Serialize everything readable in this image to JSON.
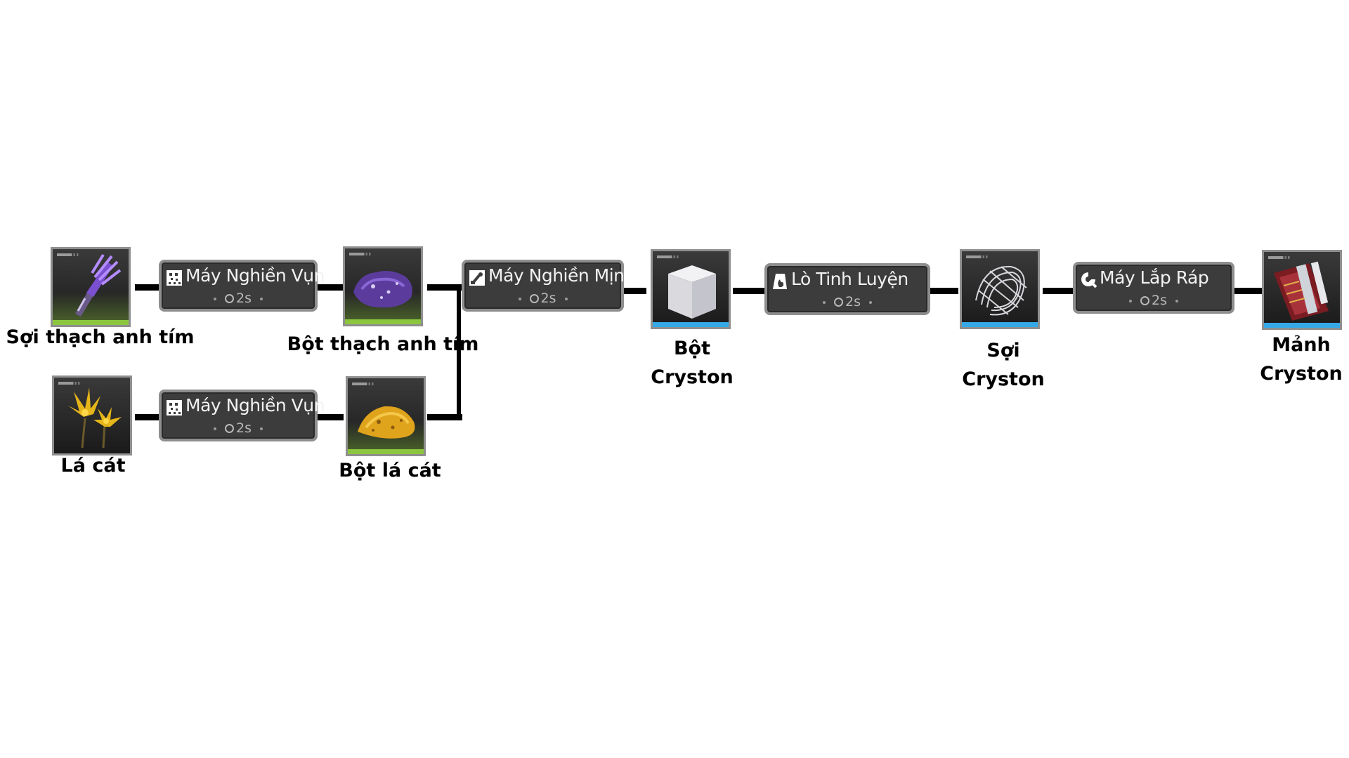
{
  "items": {
    "soi_thach_anh_tim": {
      "label": "Sợi thạch anh tím",
      "icon": "purple-fiber-icon",
      "accent": "#8cc63f"
    },
    "bot_thach_anh_tim": {
      "label": "Bột thạch anh tím",
      "icon": "purple-powder-icon",
      "accent": "#8cc63f"
    },
    "la_cat": {
      "label": "Lá cát",
      "icon": "yellow-leaf-icon",
      "accent": "#8cc63f"
    },
    "bot_la_cat": {
      "label": "Bột lá cát",
      "icon": "yellow-powder-icon",
      "accent": "#8cc63f"
    },
    "bot_cryston": {
      "label_line1": "Bột",
      "label_line2": "Cryston",
      "icon": "white-cube-icon",
      "accent": "#35a9e8"
    },
    "soi_cryston": {
      "label_line1": "Sợi",
      "label_line2": "Cryston",
      "icon": "wire-mesh-icon",
      "accent": "#35a9e8"
    },
    "manh_cryston": {
      "label_line1": "Mảnh",
      "label_line2": "Cryston",
      "icon": "circuit-part-icon",
      "accent": "#35a9e8"
    }
  },
  "machines": {
    "crusher_top": {
      "label": "Máy Nghiền Vụn",
      "time": "2s",
      "icon": "crusher-icon"
    },
    "crusher_bottom": {
      "label": "Máy Nghiền Vụn",
      "time": "2s",
      "icon": "crusher-icon"
    },
    "grinder": {
      "label": "Máy Nghiền Mịn",
      "time": "2s",
      "icon": "grinder-icon"
    },
    "refinery": {
      "label": "Lò Tinh Luyện",
      "time": "2s",
      "icon": "furnace-icon"
    },
    "assembler": {
      "label": "Máy Lắp Ráp",
      "time": "2s",
      "icon": "assembler-icon"
    }
  },
  "colors": {
    "connector": "#000000",
    "machine_bg": "#3c3c3c",
    "machine_border": "#8e8e8e"
  }
}
